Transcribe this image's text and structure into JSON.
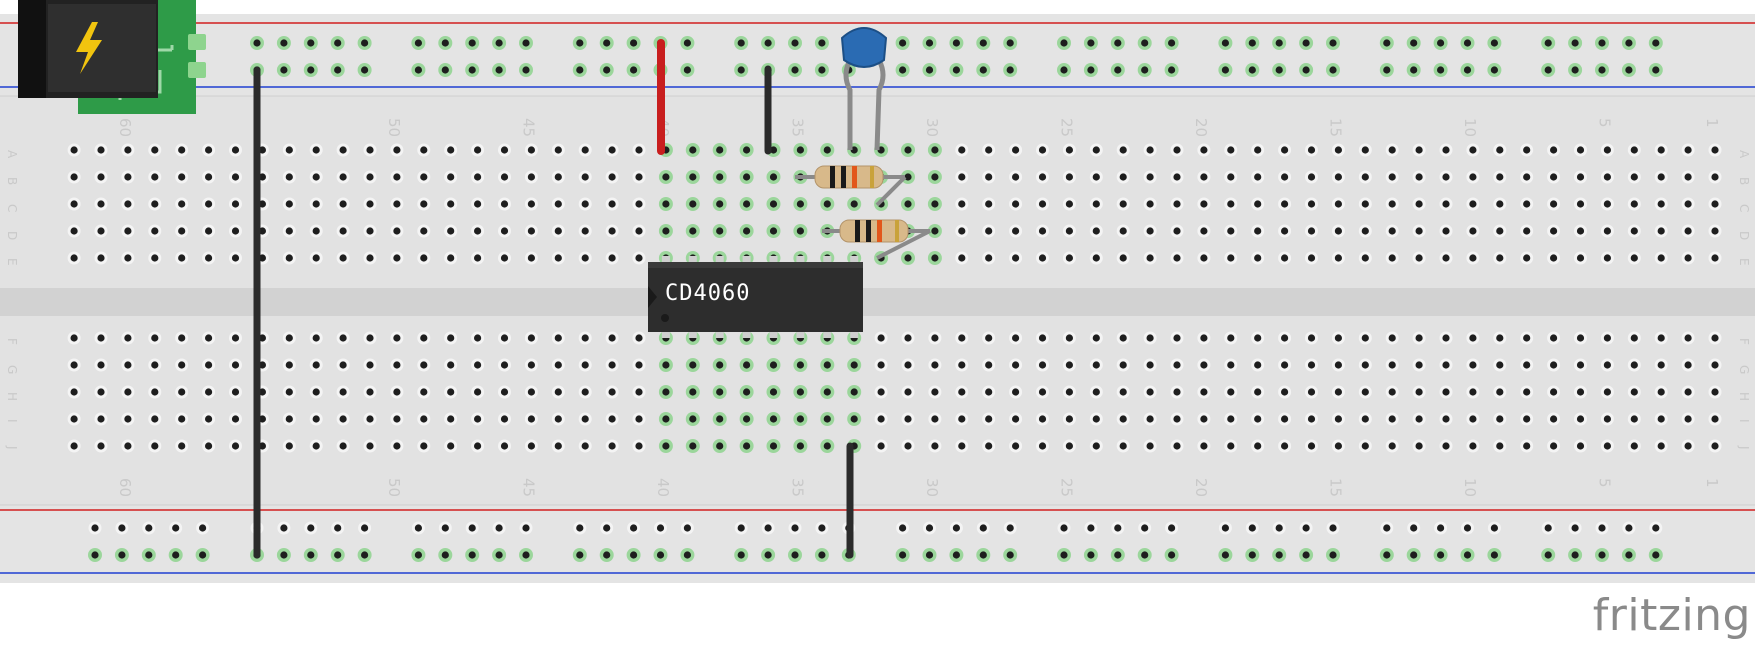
{
  "chip": {
    "label": "CD4060"
  },
  "brand": {
    "name": "fritzing"
  },
  "breadboard": {
    "columns": 62,
    "rows_top": [
      "A",
      "B",
      "C",
      "D",
      "E"
    ],
    "rows_bottom": [
      "F",
      "G",
      "H",
      "I",
      "J"
    ],
    "column_numbers": [
      "60",
      "50",
      "45",
      "40",
      "35",
      "30",
      "25",
      "20",
      "15",
      "10",
      "5",
      "1"
    ]
  },
  "colors": {
    "board": "#e6e6e6",
    "rail_red": "#d21f1f",
    "rail_blue": "#1f3fd2",
    "hole_active": "#8ed48e",
    "wire_power": "#c81e1e",
    "wire_ground": "#2b2b2b",
    "capacitor": "#2a6bb3",
    "chip": "#2d2d2d",
    "power_module": "#2e9b48"
  },
  "components": {
    "power_icon": "lightning-bolt-icon",
    "capacitor": "ceramic-capacitor",
    "resistors": [
      "resistor-1",
      "resistor-2"
    ]
  }
}
